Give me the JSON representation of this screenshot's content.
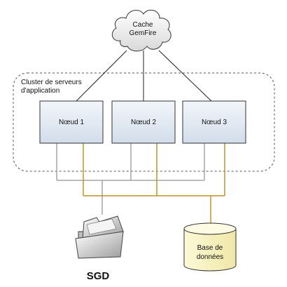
{
  "cache": {
    "line1": "Cache",
    "line2": "GemFire"
  },
  "cluster": {
    "line1": "Cluster de serveurs",
    "line2": "d'application"
  },
  "nodes": [
    {
      "label": "Nœud 1"
    },
    {
      "label": "Nœud 2"
    },
    {
      "label": "Nœud 3"
    }
  ],
  "storage": {
    "folder_label": "SGD",
    "database": {
      "line1": "Base de",
      "line2": "données"
    }
  },
  "colors": {
    "gray_link": "#a6a6a6",
    "gold_link": "#c09421",
    "node_fill": "#dce6f2",
    "db_fill": "#fbf6c7",
    "outline": "#333333"
  }
}
